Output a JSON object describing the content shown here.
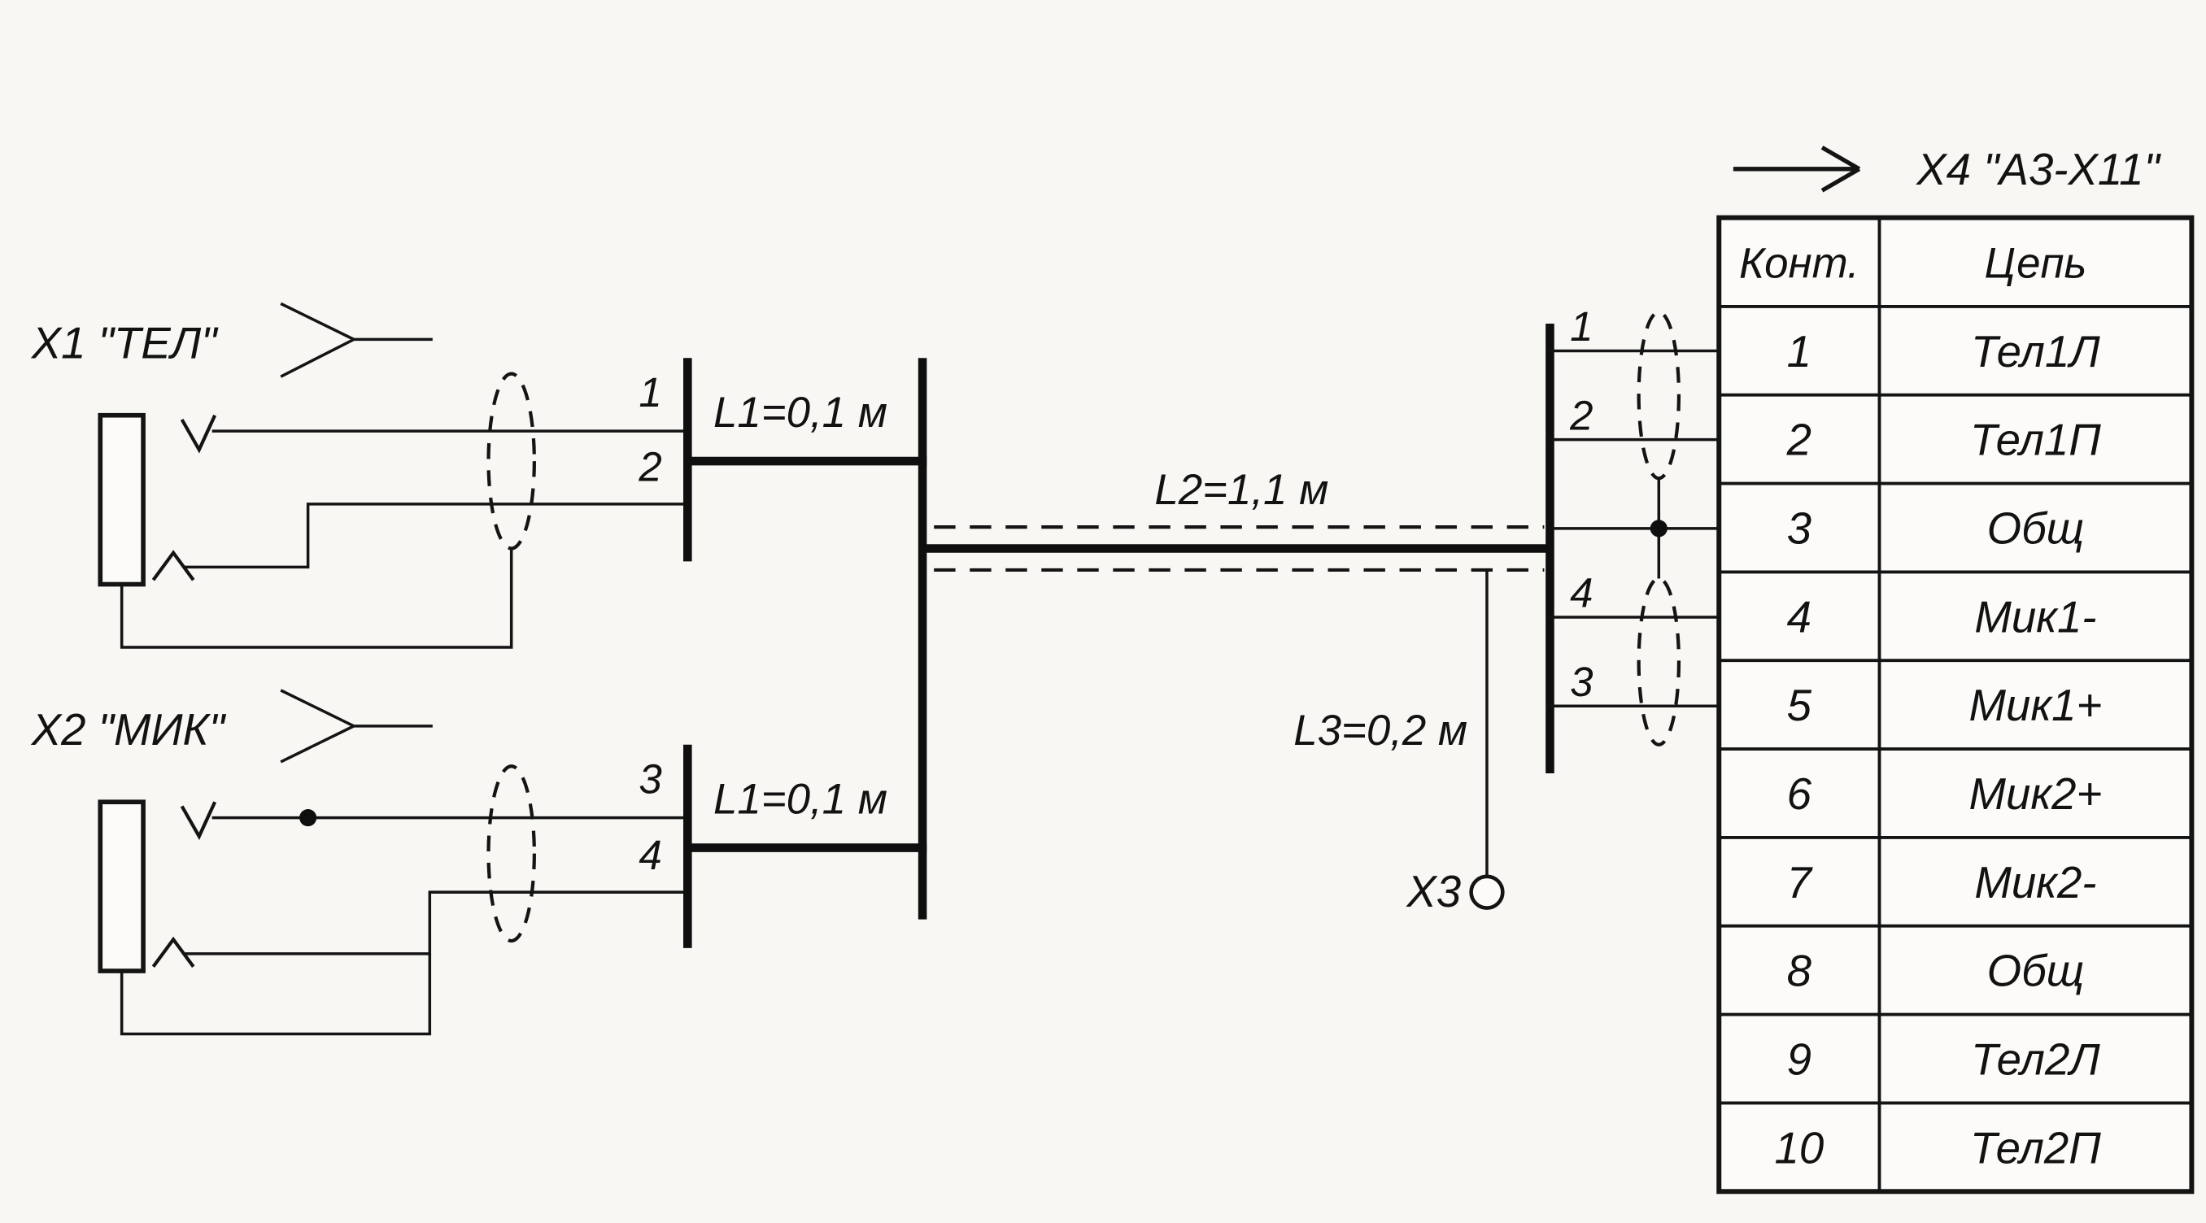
{
  "diagram": {
    "connector_x1": "X1 \"ТЕЛ\"",
    "connector_x2": "X2 \"МИК\"",
    "connector_x3": "X3",
    "connector_x4": "X4 \"А3-Х11\"",
    "wire_labels": {
      "left_tel_1": "1",
      "left_tel_2": "2",
      "left_mic_3": "3",
      "left_mic_4": "4",
      "right_1": "1",
      "right_2": "2",
      "right_4": "4",
      "right_3": "3"
    },
    "length_labels": {
      "l1_tel": "L1=0,1 м",
      "l1_mic": "L1=0,1 м",
      "l2": "L2=1,1 м",
      "l3": "L3=0,2 м"
    }
  },
  "table": {
    "header_contact": "Конт.",
    "header_circuit": "Цепь",
    "rows": [
      {
        "contact": "1",
        "circuit": "Тел1Л"
      },
      {
        "contact": "2",
        "circuit": "Тел1П"
      },
      {
        "contact": "3",
        "circuit": "Общ"
      },
      {
        "contact": "4",
        "circuit": "Мик1-"
      },
      {
        "contact": "5",
        "circuit": "Мик1+"
      },
      {
        "contact": "6",
        "circuit": "Мик2+"
      },
      {
        "contact": "7",
        "circuit": "Мик2-"
      },
      {
        "contact": "8",
        "circuit": "Общ"
      },
      {
        "contact": "9",
        "circuit": "Тел2Л"
      },
      {
        "contact": "10",
        "circuit": "Тел2П"
      }
    ]
  }
}
